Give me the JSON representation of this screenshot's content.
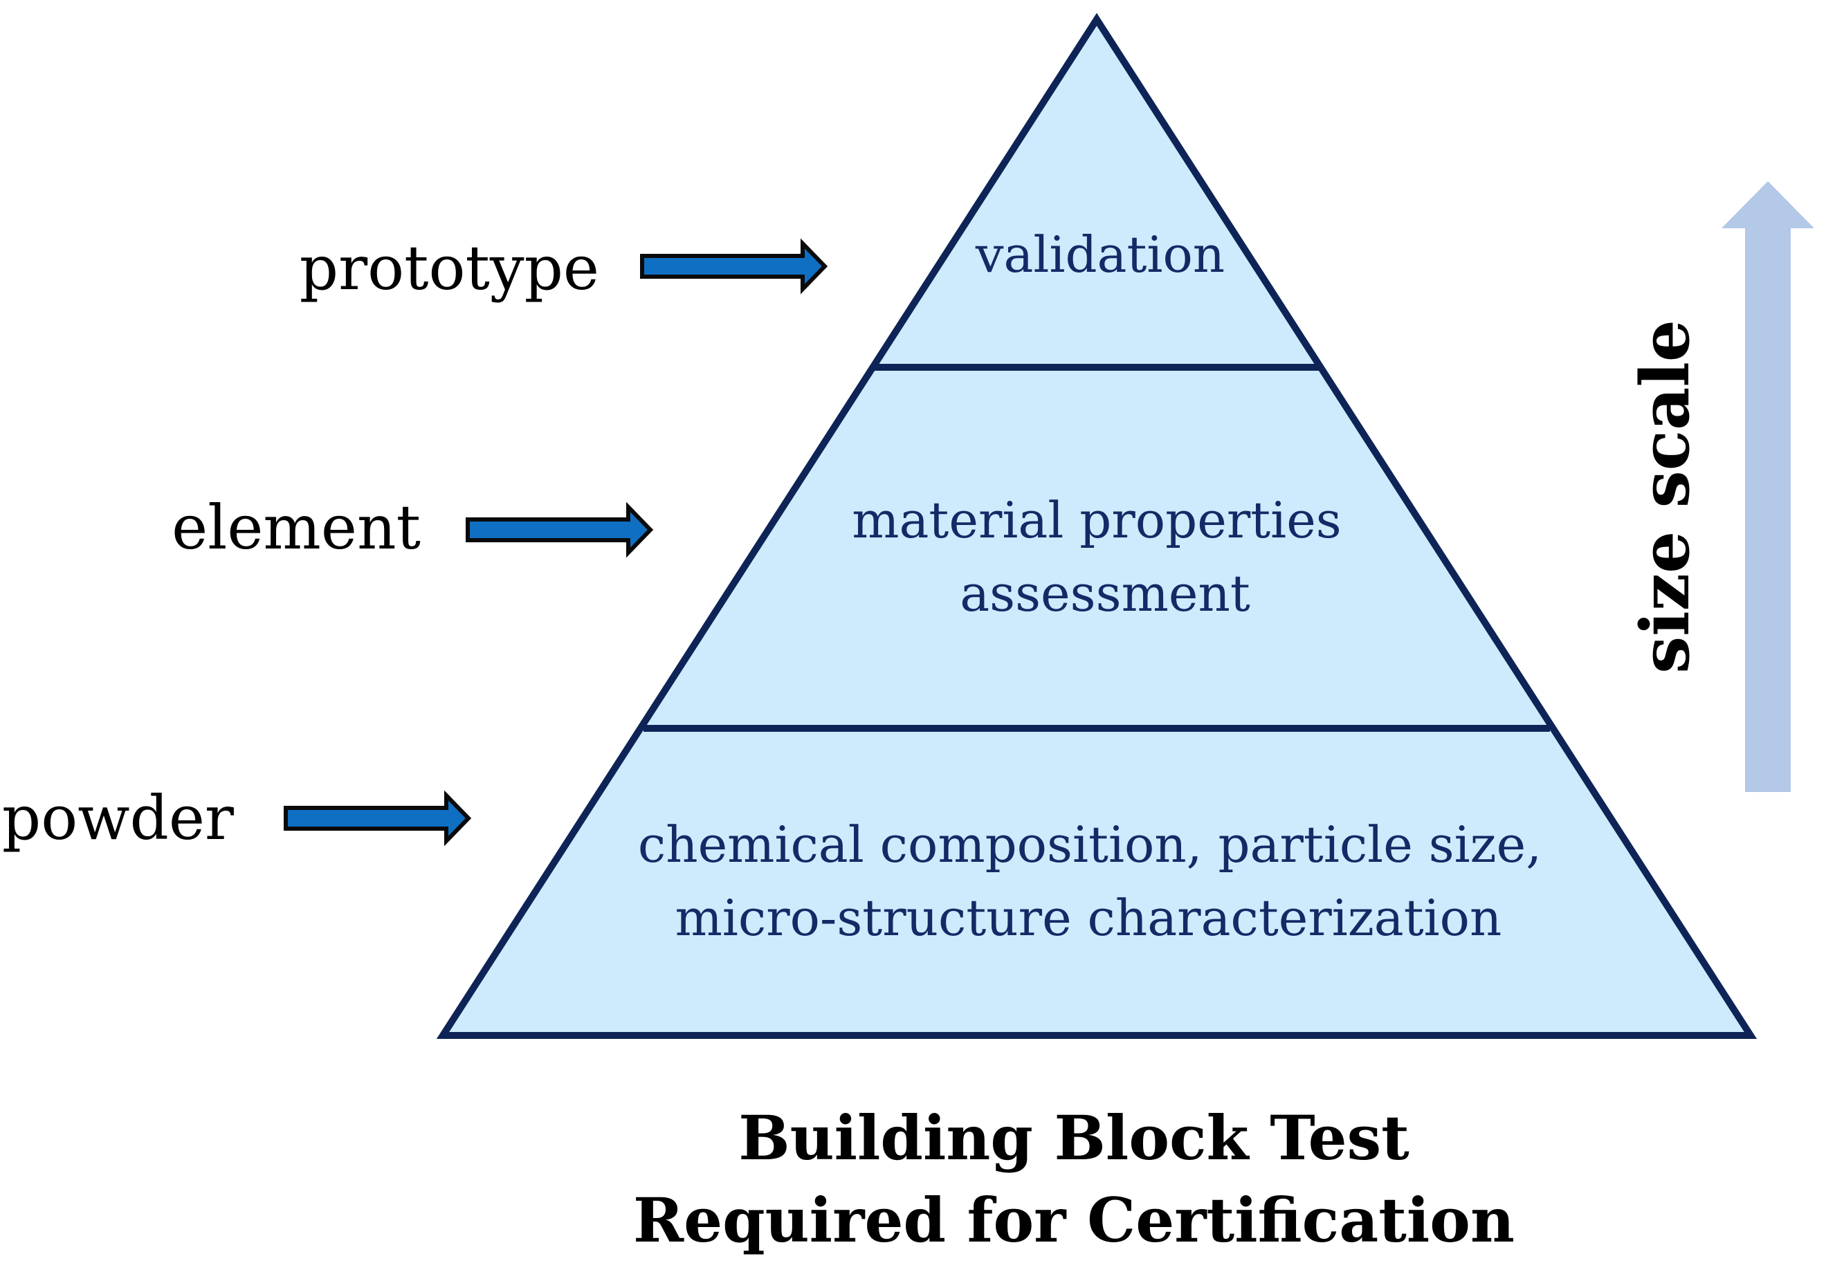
{
  "colors": {
    "pyramid_fill": "#CDEBFC",
    "pyramid_stroke": "#0E2457",
    "tier_text": "#132A66",
    "arrow_fill": "#0F6FC2",
    "arrow_stroke": "#0A0A0A",
    "scale_arrow": "#B4C8E8",
    "label_text": "#000000"
  },
  "tiers": [
    {
      "id": "top",
      "lines": [
        "validation"
      ]
    },
    {
      "id": "middle",
      "lines": [
        "material properties",
        "assessment"
      ]
    },
    {
      "id": "bottom",
      "lines": [
        "chemical composition, particle size,",
        "micro-structure characterization"
      ]
    }
  ],
  "levels": [
    {
      "id": "prototype",
      "label": "prototype"
    },
    {
      "id": "element",
      "label": "element"
    },
    {
      "id": "powder",
      "label": "powder"
    }
  ],
  "scale": {
    "label": "size scale"
  },
  "caption": {
    "lines": [
      "Building Block Test",
      "Required for Certification"
    ]
  }
}
